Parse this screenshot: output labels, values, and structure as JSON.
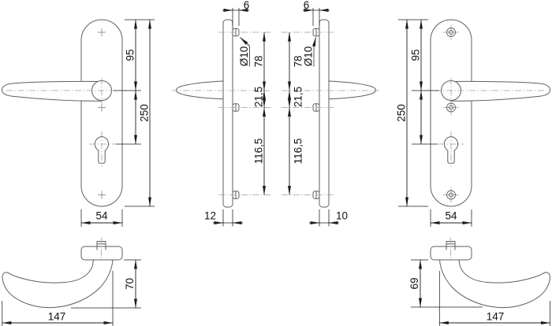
{
  "drawing": {
    "type": "technical-dimension-drawing",
    "subject": "door-handle-set-with-long-backplates",
    "colors": {
      "background": "#ffffff",
      "outline": "#5f5f5f",
      "dimension": "#1c1c1c",
      "centerline": "#9c9c9c"
    },
    "views": {
      "left_front": {
        "top_to_handle": "95",
        "total_height": "250",
        "plate_width": "54"
      },
      "left_side": {
        "lug_offset": "6",
        "lug_diameter": "Ø10",
        "top_lug_to_handle": "78",
        "handle_to_mid_lug": "21,5",
        "mid_to_bottom_lug": "116,5",
        "plate_depth": "12"
      },
      "right_side": {
        "lug_offset": "6",
        "lug_diameter": "Ø10",
        "top_lug_to_handle": "78",
        "handle_to_mid_lug": "21,5",
        "mid_to_bottom_lug": "116,5",
        "plate_depth": "10"
      },
      "right_front": {
        "top_to_handle": "95",
        "total_height": "250",
        "plate_width": "54"
      },
      "left_top": {
        "handle_length": "147",
        "handle_depth": "70"
      },
      "right_top": {
        "handle_length": "147",
        "handle_depth": "69"
      }
    }
  }
}
